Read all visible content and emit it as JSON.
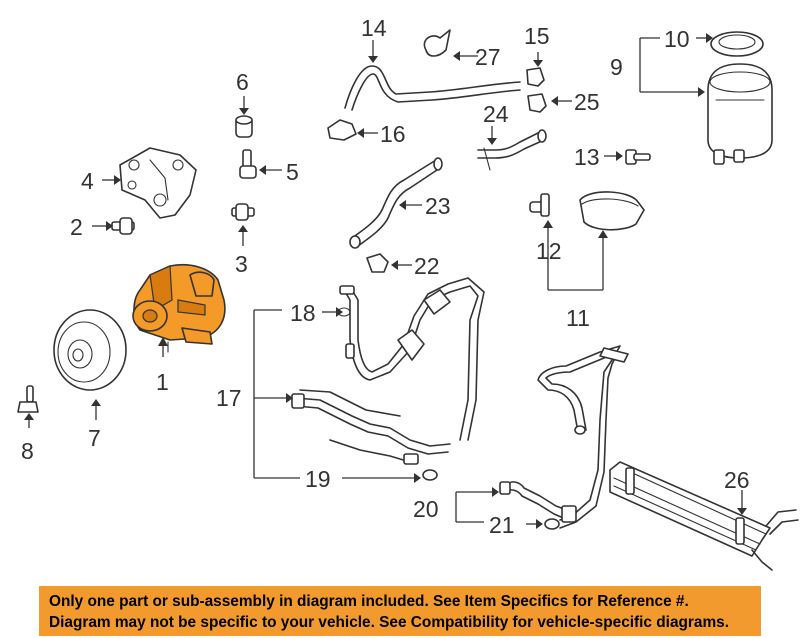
{
  "callouts": {
    "c1": "1",
    "c2": "2",
    "c3": "3",
    "c4": "4",
    "c5": "5",
    "c6": "6",
    "c7": "7",
    "c8": "8",
    "c9": "9",
    "c10": "10",
    "c11": "11",
    "c12": "12",
    "c13": "13",
    "c14": "14",
    "c15": "15",
    "c16": "16",
    "c17": "17",
    "c18": "18",
    "c19": "19",
    "c20": "20",
    "c21": "21",
    "c22": "22",
    "c23": "23",
    "c24": "24",
    "c25": "25",
    "c26": "26",
    "c27": "27"
  },
  "disclaimer": {
    "line1": "Only one part or sub-assembly in diagram included. See Item Specifics for Reference #.",
    "line2": "Diagram may not be specific to your vehicle. See Compatibility for vehicle-specific diagrams."
  },
  "colors": {
    "highlight": "#f39a28",
    "banner": "#f29a2e",
    "linework": "#333333"
  }
}
